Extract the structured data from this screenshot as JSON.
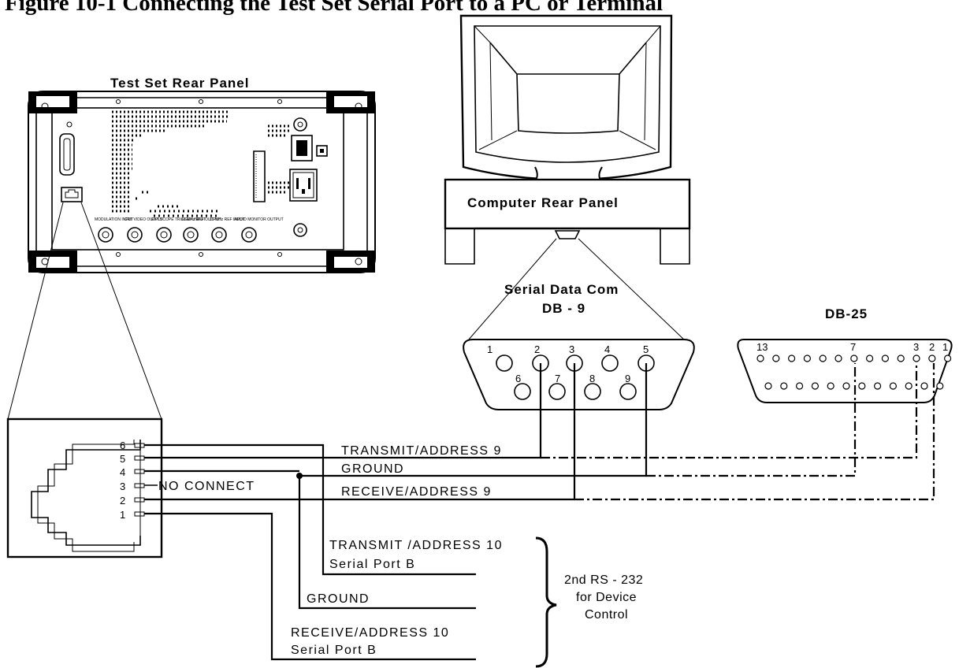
{
  "figure_title": "Figure 10-1     Connecting the Test Set Serial Port to a PC or Terminal",
  "test_set": {
    "title": "Test Set Rear Panel",
    "connector_labels": [
      "MODULATION INPUT",
      "CRT VIDEO OUTPUT",
      "EXT SCOPE TRIGGER INPUT",
      "10 MHz REF OUTPUT",
      "10 MHz REF INPUT",
      "AUDIO MONITOR OUTPUT"
    ]
  },
  "computer": {
    "title": "Computer Rear Panel"
  },
  "db9": {
    "title": "Serial Data Com",
    "subtitle": "DB - 9",
    "top_pins": [
      "1",
      "2",
      "3",
      "4",
      "5"
    ],
    "bottom_pins": [
      "6",
      "7",
      "8",
      "9"
    ]
  },
  "db25": {
    "title": "DB-25",
    "pin_labels": [
      "13",
      "7",
      "3",
      "2",
      "1"
    ]
  },
  "rj11": {
    "pins": [
      "6",
      "5",
      "4",
      "3",
      "2",
      "1"
    ],
    "no_connect": "NO CONNECT"
  },
  "wires": {
    "transmit": "TRANSMIT/ADDRESS 9",
    "ground": "GROUND",
    "receive": "RECEIVE/ADDRESS 9"
  },
  "port_b": {
    "transmit": "TRANSMIT /ADDRESS 10",
    "transmit_sub": "Serial Port B",
    "ground": "GROUND",
    "receive": "RECEIVE/ADDRESS 10",
    "receive_sub": "Serial Port B"
  },
  "second_rs232": {
    "line1": "2nd RS - 232",
    "line2": "for Device",
    "line3": "Control"
  }
}
